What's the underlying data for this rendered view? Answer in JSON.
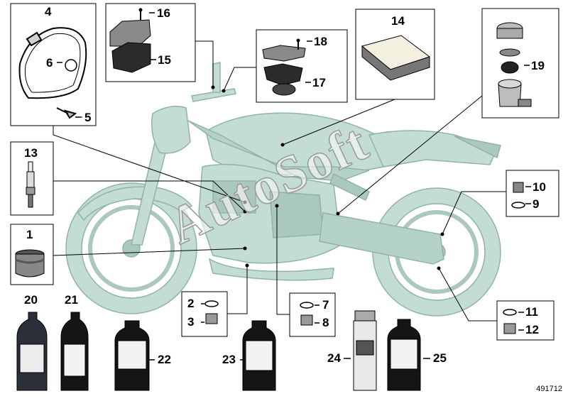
{
  "diagram": {
    "title": "",
    "watermark": "AutoSoft",
    "reference_number": "491712",
    "colors": {
      "bike": "#c3dcd5",
      "bike_dark": "#8fb3ab",
      "line": "#000000",
      "box": "#000000"
    },
    "callouts": {
      "c1": "1",
      "c2": "2",
      "c3": "3",
      "c4": "4",
      "c5": "5",
      "c6": "6",
      "c7": "7",
      "c8": "8",
      "c9": "9",
      "c10": "10",
      "c11": "11",
      "c12": "12",
      "c13": "13",
      "c14": "14",
      "c15": "15",
      "c16": "16",
      "c17": "17",
      "c18": "18",
      "c19": "19",
      "c20": "20",
      "c21": "21",
      "c22": "22",
      "c23": "23",
      "c24": "24",
      "c25": "25"
    }
  }
}
